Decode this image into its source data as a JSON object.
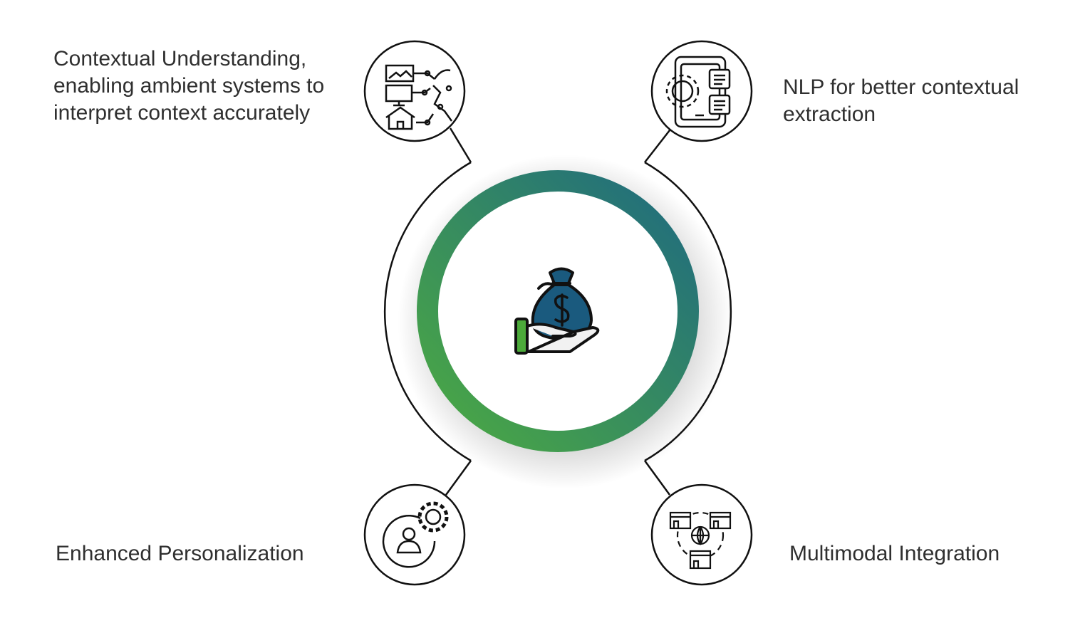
{
  "center": {
    "icon": "money-bag-hand-icon"
  },
  "items": [
    {
      "text": "Contextual Understanding, enabling ambient systems to interpret context accurately",
      "icon": "ambient-context-network-icon"
    },
    {
      "text": "NLP for better contextual extraction",
      "icon": "device-gear-documents-icon"
    },
    {
      "text": "Enhanced Personalization",
      "icon": "user-gear-icon"
    },
    {
      "text": "Multimodal Integration",
      "icon": "stores-globe-network-icon"
    }
  ],
  "colors": {
    "ring_start": "#4caa42",
    "ring_end": "#1f6a80",
    "bag": "#1a5a7e",
    "cuff": "#4caa3a"
  }
}
